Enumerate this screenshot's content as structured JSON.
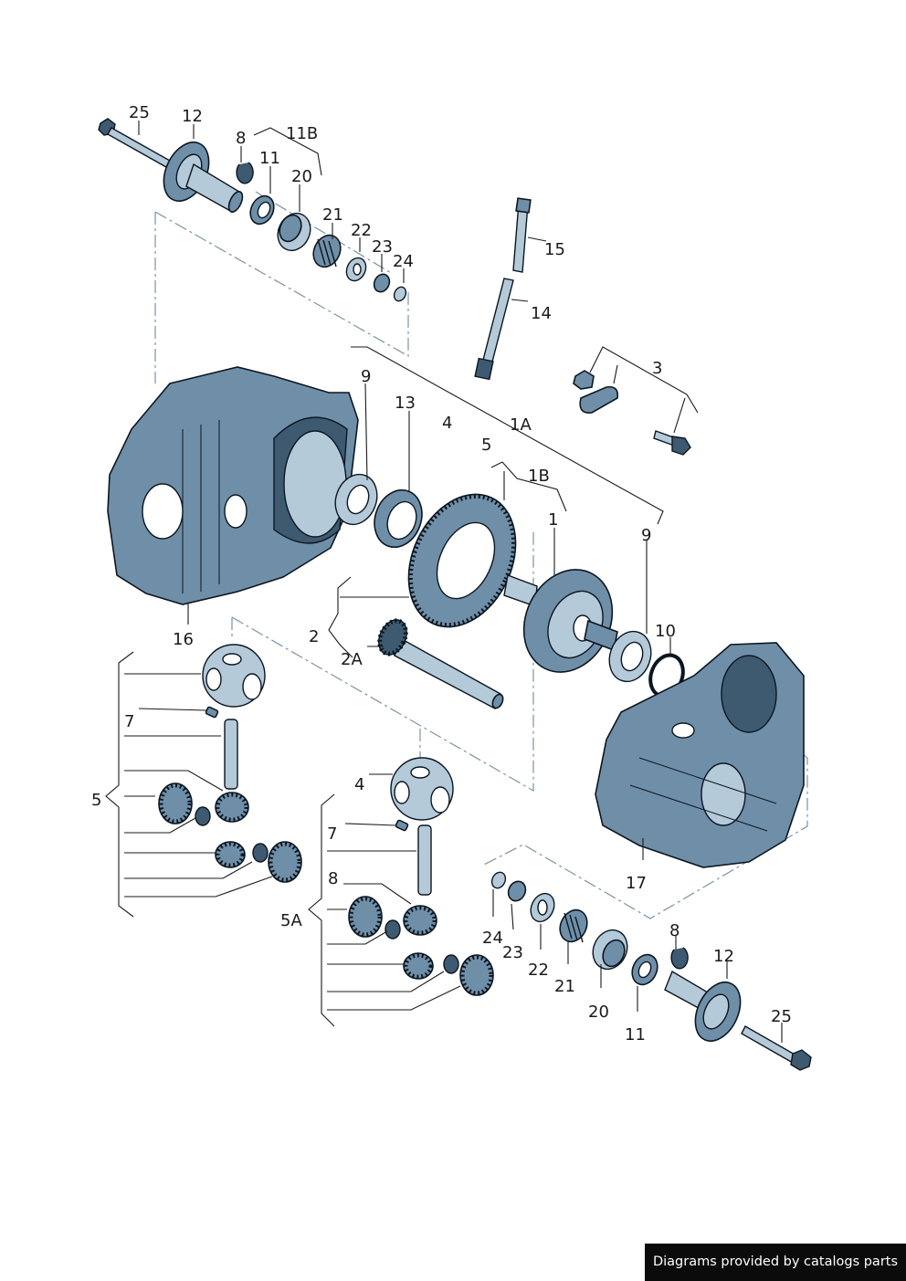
{
  "callouts": [
    {
      "id": "c25a",
      "text": "25"
    },
    {
      "id": "c12a",
      "text": "12"
    },
    {
      "id": "c8a",
      "text": "8"
    },
    {
      "id": "c11Ba",
      "text": "11B"
    },
    {
      "id": "c11a",
      "text": "11"
    },
    {
      "id": "c20a",
      "text": "20"
    },
    {
      "id": "c21a",
      "text": "21"
    },
    {
      "id": "c22a",
      "text": "22"
    },
    {
      "id": "c23a",
      "text": "23"
    },
    {
      "id": "c24a",
      "text": "24"
    },
    {
      "id": "c15",
      "text": "15"
    },
    {
      "id": "c14",
      "text": "14"
    },
    {
      "id": "c3",
      "text": "3"
    },
    {
      "id": "c9a",
      "text": "9"
    },
    {
      "id": "c13",
      "text": "13"
    },
    {
      "id": "c4a",
      "text": "4"
    },
    {
      "id": "c1A",
      "text": "1A"
    },
    {
      "id": "c5a",
      "text": "5"
    },
    {
      "id": "c1B",
      "text": "1B"
    },
    {
      "id": "c1",
      "text": "1"
    },
    {
      "id": "c9b",
      "text": "9"
    },
    {
      "id": "c10",
      "text": "10"
    },
    {
      "id": "c16",
      "text": "16"
    },
    {
      "id": "c2",
      "text": "2"
    },
    {
      "id": "c2A",
      "text": "2A"
    },
    {
      "id": "c7a",
      "text": "7"
    },
    {
      "id": "c5b",
      "text": "5"
    },
    {
      "id": "c4b",
      "text": "4"
    },
    {
      "id": "c7b",
      "text": "7"
    },
    {
      "id": "c8b",
      "text": "8"
    },
    {
      "id": "c5A",
      "text": "5A"
    },
    {
      "id": "c17",
      "text": "17"
    },
    {
      "id": "c24b",
      "text": "24"
    },
    {
      "id": "c23b",
      "text": "23"
    },
    {
      "id": "c22b",
      "text": "22"
    },
    {
      "id": "c21b",
      "text": "21"
    },
    {
      "id": "c20b",
      "text": "20"
    },
    {
      "id": "c11b",
      "text": "11"
    },
    {
      "id": "c8c",
      "text": "8"
    },
    {
      "id": "c12b",
      "text": "12"
    },
    {
      "id": "c25b",
      "text": "25"
    }
  ],
  "credit": "Diagrams provided by catalogs parts",
  "colors": {
    "metal": "#6f8fa8",
    "metal_light": "#b4cad9",
    "metal_dark": "#3e5a70",
    "dash": "#7d93a6"
  }
}
